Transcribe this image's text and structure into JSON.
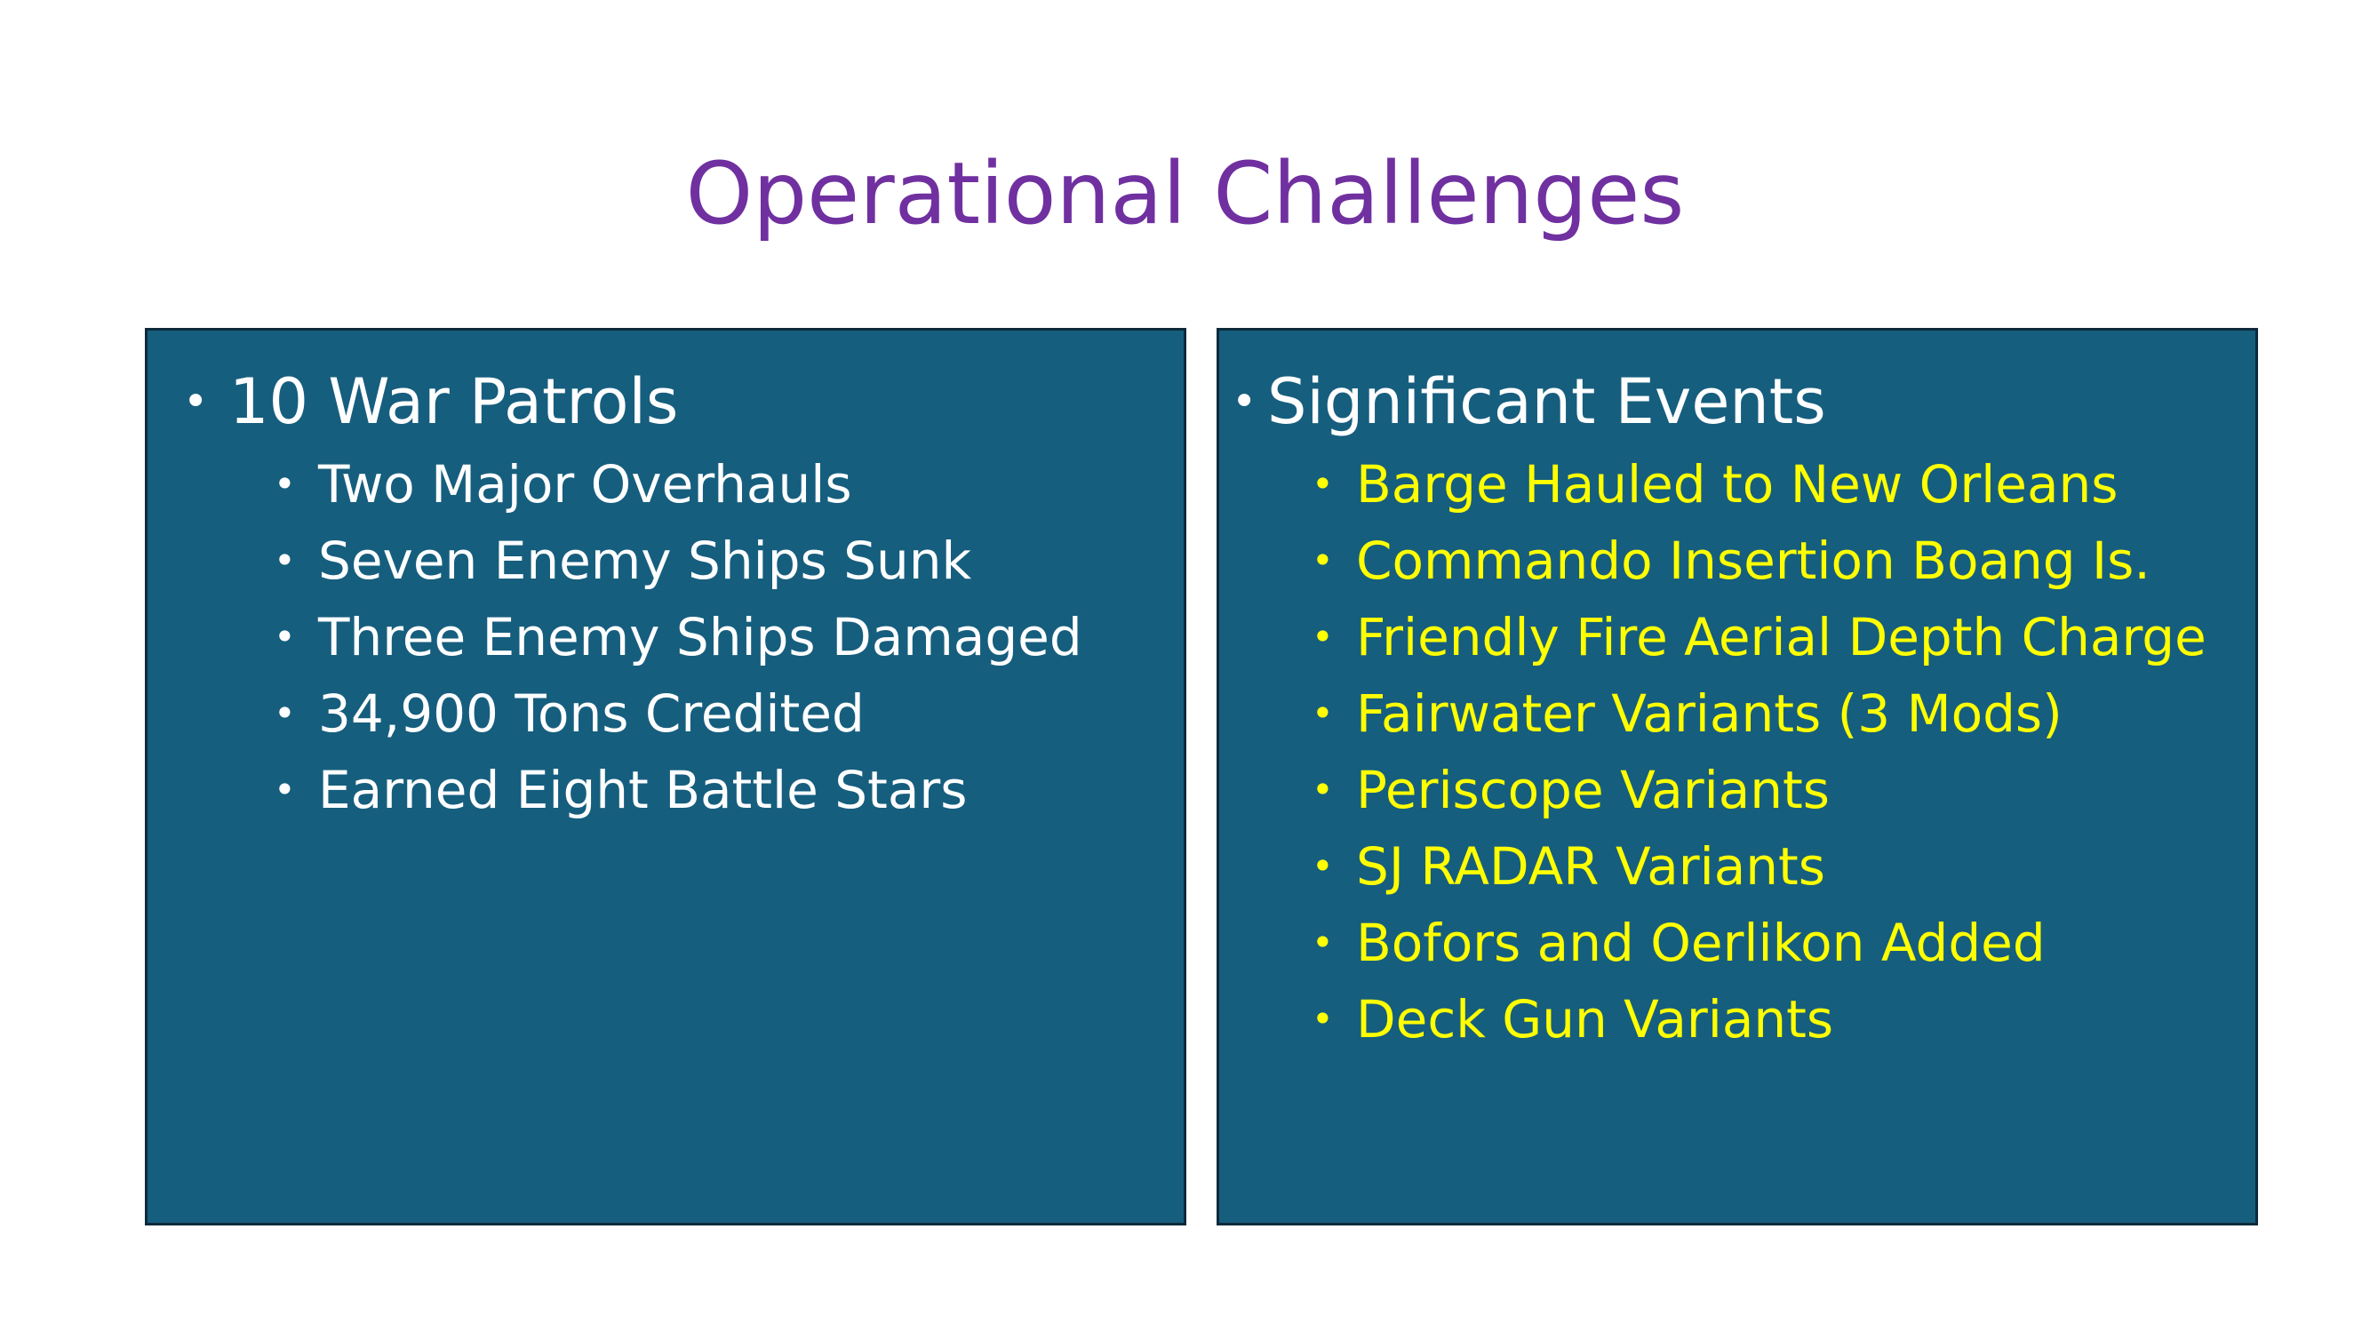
{
  "title": "Operational Challenges",
  "colors": {
    "title": "#7030a0",
    "panel_background": "#165e7e",
    "panel_border": "#0d2a3b",
    "left_text": "#ffffff",
    "right_sub_text": "#ffff00"
  },
  "left_panel": {
    "heading": "10 War Patrols",
    "items": [
      "Two Major Overhauls",
      "Seven Enemy Ships Sunk",
      "Three Enemy Ships Damaged",
      "34,900 Tons Credited",
      "Earned Eight Battle Stars"
    ]
  },
  "right_panel": {
    "heading": "Significant Events",
    "items": [
      "Barge Hauled to New Orleans",
      "Commando Insertion Boang Is.",
      "Friendly Fire Aerial Depth Charge",
      "Fairwater Variants (3 Mods)",
      "Periscope Variants",
      "SJ RADAR Variants",
      "Bofors and Oerlikon Added",
      "Deck Gun Variants"
    ]
  }
}
